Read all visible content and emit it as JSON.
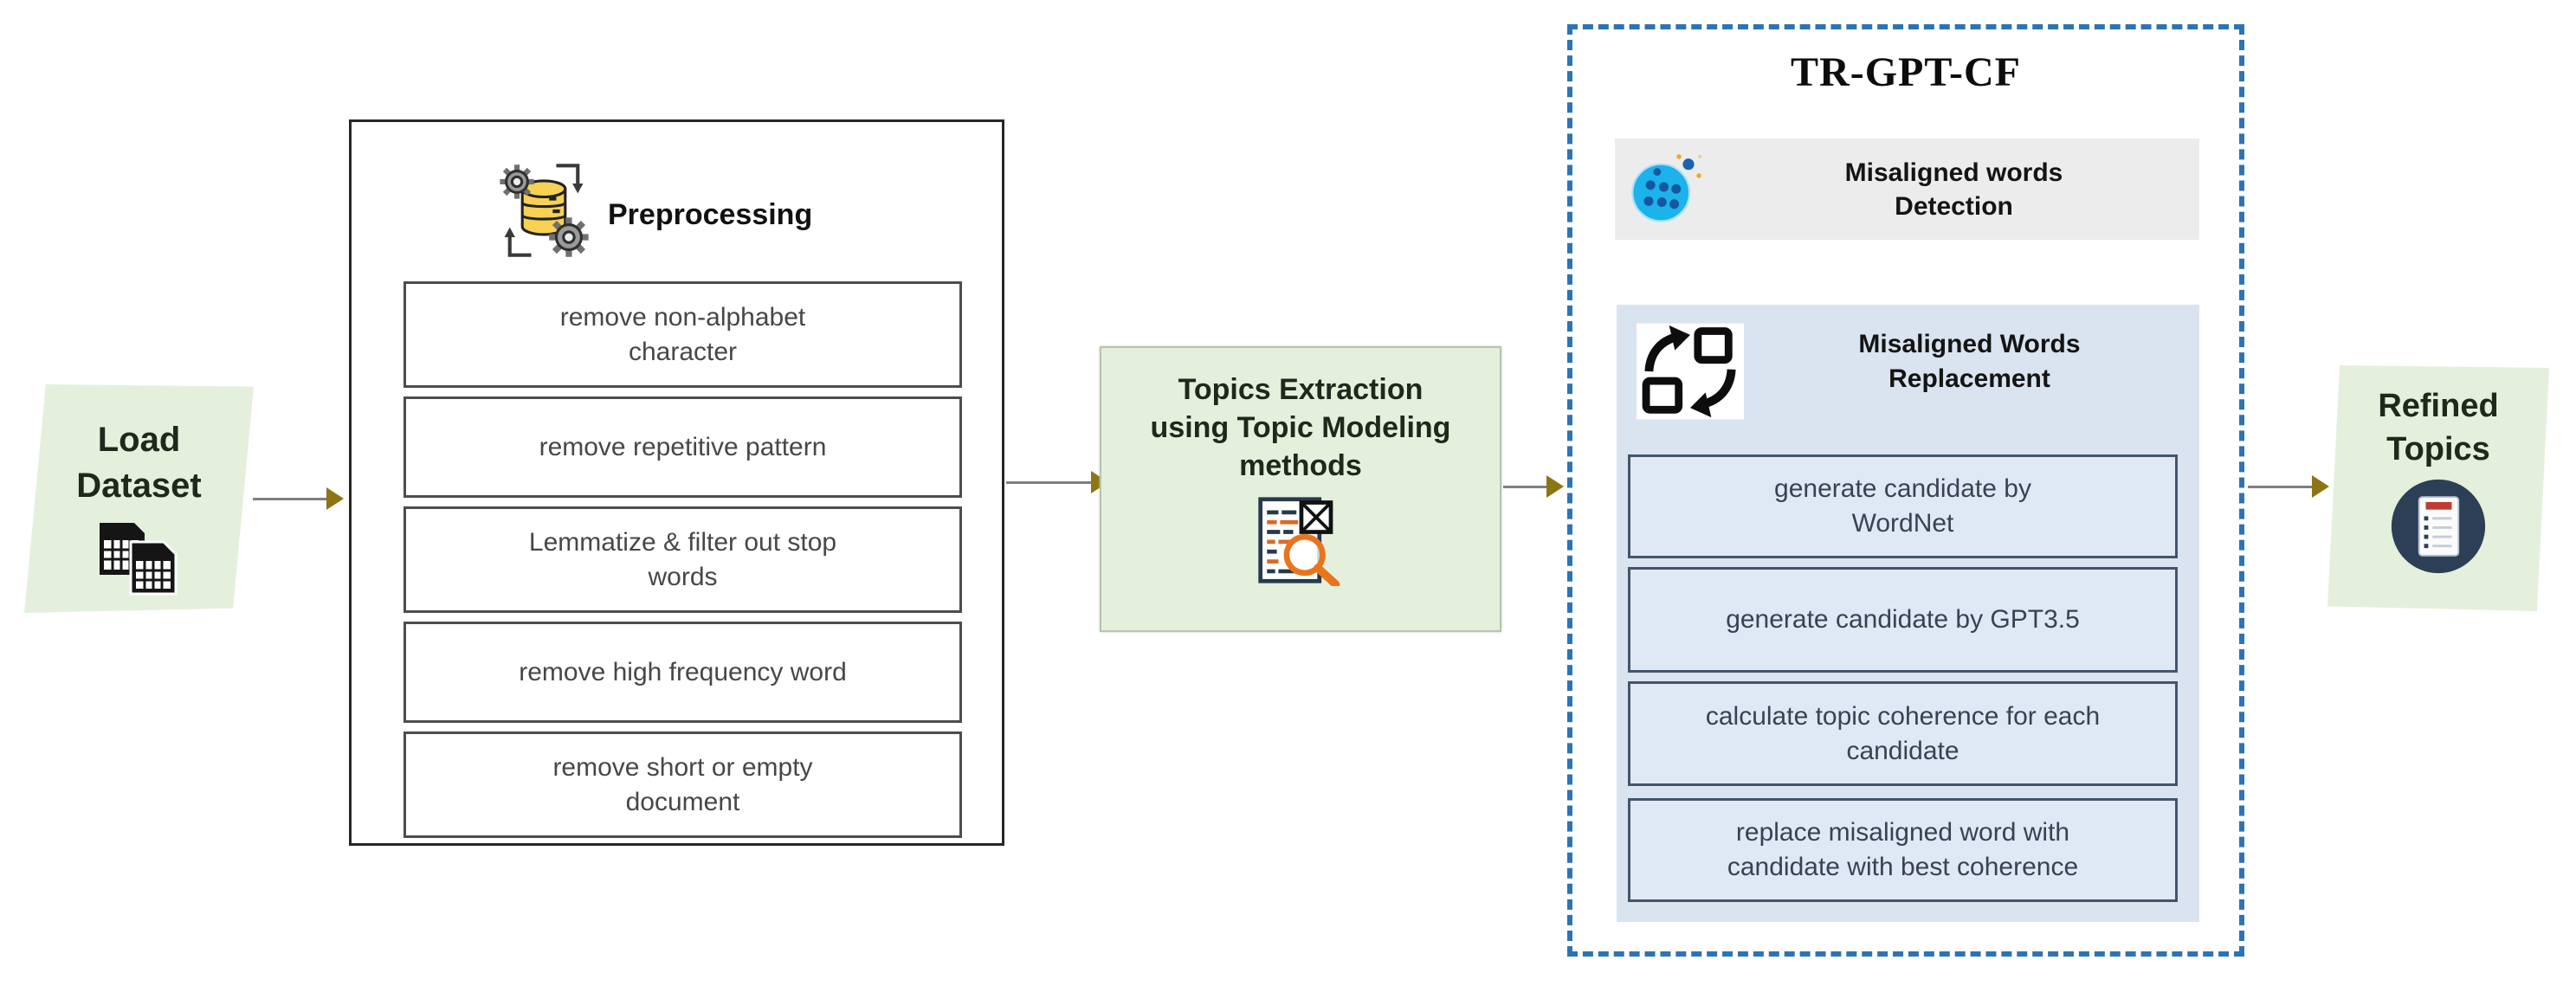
{
  "load_dataset": {
    "label": "Load Dataset",
    "icon": "spreadsheet-pair-icon"
  },
  "preprocessing": {
    "title": "Preprocessing",
    "icon": "gears-database-icon",
    "steps": [
      "remove non-alphabet character",
      "remove repetitive pattern",
      "Lemmatize & filter out stop words",
      "remove high frequency word",
      "remove short or empty document"
    ]
  },
  "topics_extraction": {
    "label": "Topics Extraction using Topic Modeling methods",
    "icon": "document-search-icon"
  },
  "tr_gpt_cf": {
    "title": "TR-GPT-CF",
    "detection_label": "Misaligned words Detection",
    "detection_icon": "blue-dotted-circle-icon",
    "replacement_title": "Misaligned Words Replacement",
    "replacement_icon": "swap-squares-icon",
    "replacement_steps": [
      "generate candidate by WordNet",
      "generate candidate by GPT3.5",
      "calculate topic coherence for each candidate",
      "replace misaligned word with candidate with best coherence"
    ]
  },
  "refined_topics": {
    "label": "Refined Topics",
    "icon": "topic-list-badge-icon"
  },
  "colors": {
    "node-green": "#e4f0dc",
    "green-border": "#b7c6ac",
    "flow-line": "#7f7f7f",
    "arrowhead-gold": "#8e7514",
    "frame-blue": "#2c74b4",
    "detection-gray": "#ececec",
    "replacement-blue": "#dae4f1",
    "step-blue": "#dfe9f5",
    "step-blue-border": "#44546a",
    "step-gray-border": "#4d4d4d",
    "step-text": "#474747",
    "blue-step-text": "#3a4150"
  }
}
